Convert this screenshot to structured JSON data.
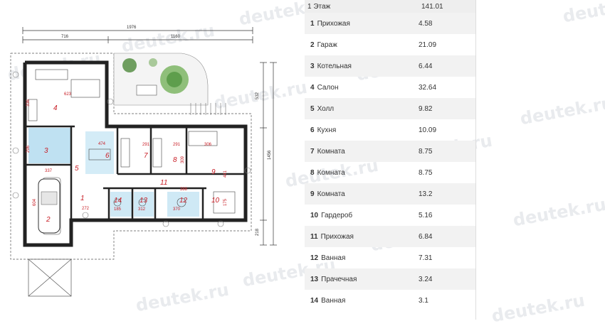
{
  "watermark": "deutek.ru",
  "plan": {
    "dims": {
      "total": "1976",
      "left": "716",
      "right": "1160",
      "right_v1": "532",
      "right_v2": "1456",
      "right_v3": "218"
    },
    "room_numbers": [
      "1",
      "2",
      "3",
      "4",
      "5",
      "6",
      "7",
      "8",
      "9",
      "10",
      "11",
      "12",
      "13",
      "14"
    ],
    "room_dims": [
      "623",
      "336",
      "296",
      "337",
      "474",
      "291",
      "291",
      "306",
      "309",
      "441",
      "604",
      "272",
      "185",
      "312",
      "370",
      "175",
      "388"
    ]
  },
  "table": {
    "header": {
      "floor": "1 Этаж",
      "total": "141.01"
    },
    "rows": [
      {
        "num": "1",
        "name": "Прихожая",
        "area": "4.58"
      },
      {
        "num": "2",
        "name": "Гараж",
        "area": "21.09"
      },
      {
        "num": "3",
        "name": "Котельная",
        "area": "6.44"
      },
      {
        "num": "4",
        "name": "Салон",
        "area": "32.64"
      },
      {
        "num": "5",
        "name": "Холл",
        "area": "9.82"
      },
      {
        "num": "6",
        "name": "Кухня",
        "area": "10.09"
      },
      {
        "num": "7",
        "name": "Комната",
        "area": "8.75"
      },
      {
        "num": "8",
        "name": "Комната",
        "area": "8.75"
      },
      {
        "num": "9",
        "name": "Комната",
        "area": "13.2"
      },
      {
        "num": "10",
        "name": "Гардероб",
        "area": "5.16"
      },
      {
        "num": "11",
        "name": "Прихожая",
        "area": "6.84"
      },
      {
        "num": "12",
        "name": "Ванная",
        "area": "7.31"
      },
      {
        "num": "13",
        "name": "Прачечная",
        "area": "3.24"
      },
      {
        "num": "14",
        "name": "Ванная",
        "area": "3.1"
      }
    ]
  }
}
